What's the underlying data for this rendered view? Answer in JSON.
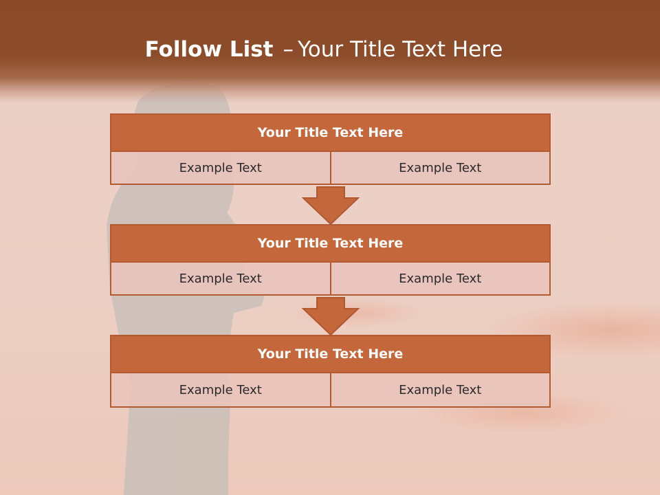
{
  "slide": {
    "title_bold": "Follow List",
    "title_dash": "–",
    "title_rest": "Your Title Text Here"
  },
  "steps": [
    {
      "title": "Your Title Text Here",
      "cells": [
        "Example Text",
        "Example Text"
      ]
    },
    {
      "title": "Your Title Text Here",
      "cells": [
        "Example Text",
        "Example Text"
      ]
    },
    {
      "title": "Your Title Text Here",
      "cells": [
        "Example Text",
        "Example Text"
      ]
    }
  ],
  "colors": {
    "header_brown": "#8a4a28",
    "block_orange": "#c4673a",
    "cell_pink": "#e8c4bc",
    "background": "#ebcfc5"
  }
}
